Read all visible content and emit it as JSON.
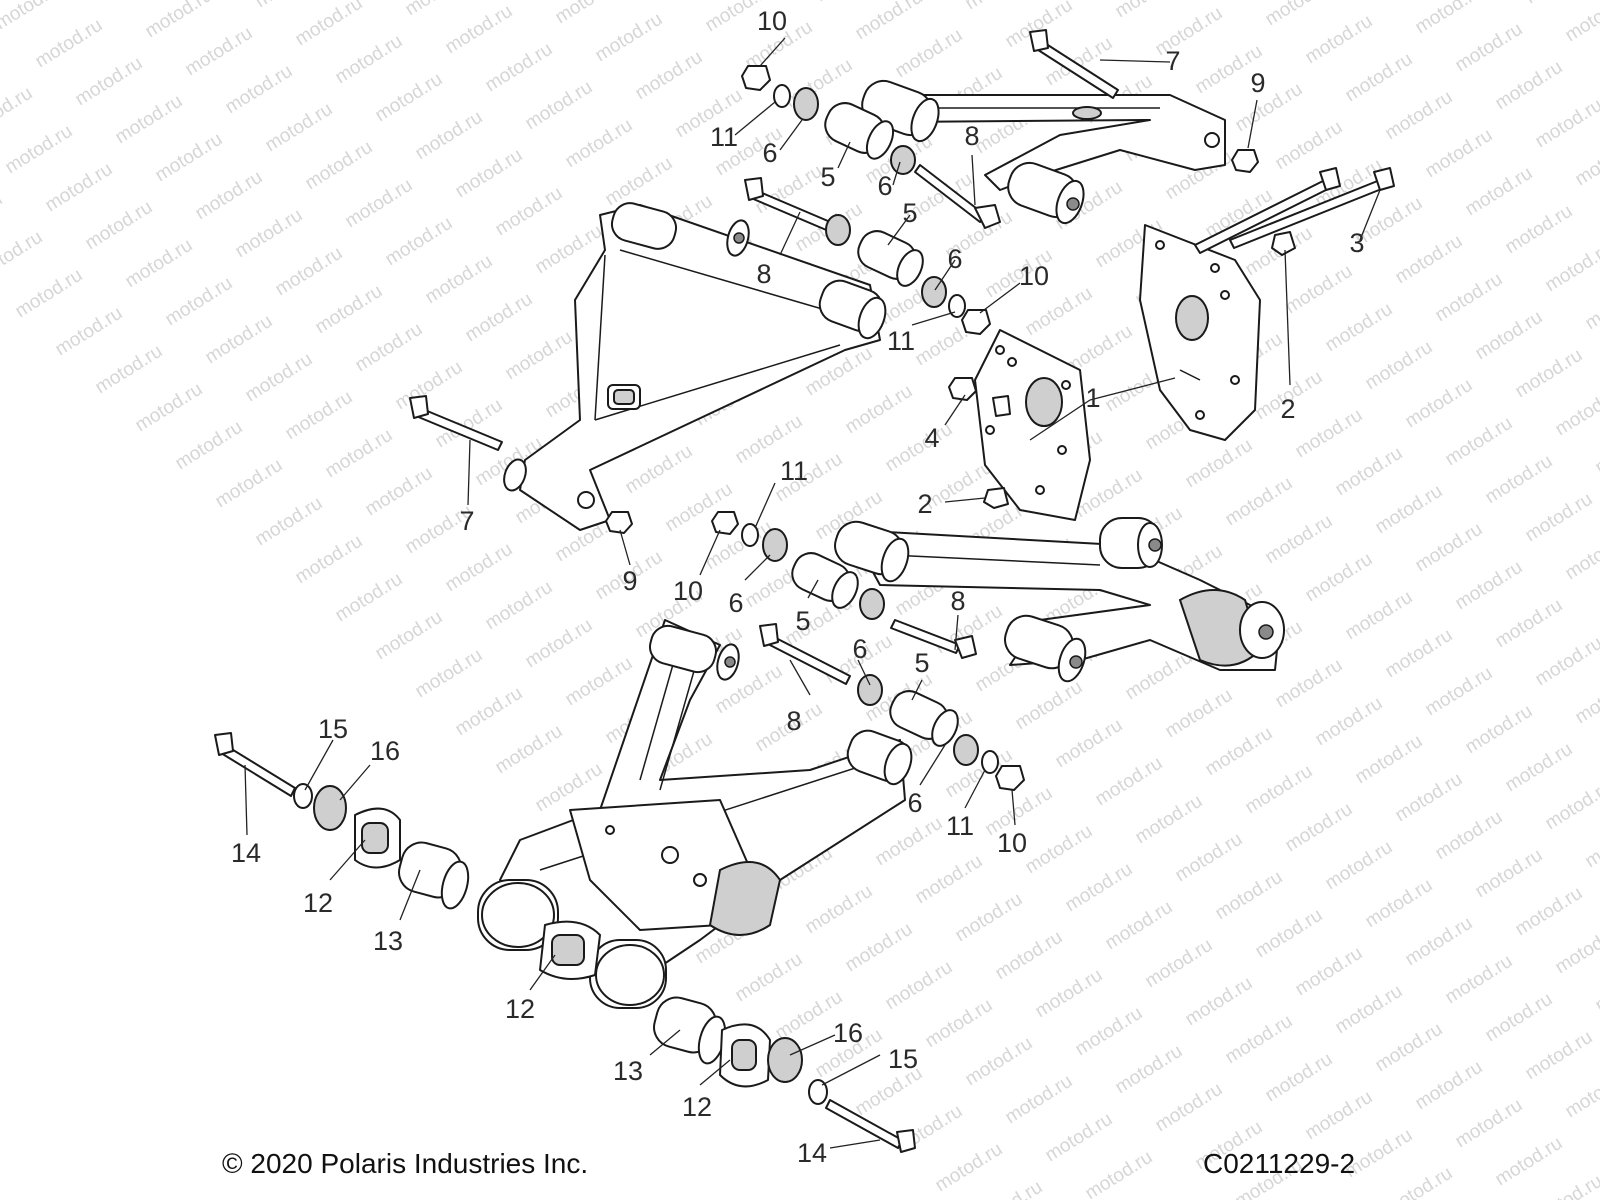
{
  "watermark": "motod.ru",
  "footer": {
    "copyright": "© 2020 Polaris Industries Inc.",
    "figure_code": "C0211229-2"
  },
  "callouts": [
    {
      "id": "c10a",
      "label": "10"
    },
    {
      "id": "c7a",
      "label": "7"
    },
    {
      "id": "c9a",
      "label": "9"
    },
    {
      "id": "c11a",
      "label": "11"
    },
    {
      "id": "c6a",
      "label": "6"
    },
    {
      "id": "c8a",
      "label": "8"
    },
    {
      "id": "c5a",
      "label": "5"
    },
    {
      "id": "c6b",
      "label": "6"
    },
    {
      "id": "c5b",
      "label": "5"
    },
    {
      "id": "c6c",
      "label": "6"
    },
    {
      "id": "c10b",
      "label": "10"
    },
    {
      "id": "c8b",
      "label": "8"
    },
    {
      "id": "c3",
      "label": "3"
    },
    {
      "id": "c11b",
      "label": "11"
    },
    {
      "id": "c2a",
      "label": "2"
    },
    {
      "id": "c1",
      "label": "1"
    },
    {
      "id": "c4",
      "label": "4"
    },
    {
      "id": "c2b",
      "label": "2"
    },
    {
      "id": "c7b",
      "label": "7"
    },
    {
      "id": "c9b",
      "label": "9"
    },
    {
      "id": "c11c",
      "label": "11"
    },
    {
      "id": "c10c",
      "label": "10"
    },
    {
      "id": "c6d",
      "label": "6"
    },
    {
      "id": "c5c",
      "label": "5"
    },
    {
      "id": "c8c",
      "label": "8"
    },
    {
      "id": "c6e",
      "label": "6"
    },
    {
      "id": "c5d",
      "label": "5"
    },
    {
      "id": "c8d",
      "label": "8"
    },
    {
      "id": "c15a",
      "label": "15"
    },
    {
      "id": "c16a",
      "label": "16"
    },
    {
      "id": "c14a",
      "label": "14"
    },
    {
      "id": "c6f",
      "label": "6"
    },
    {
      "id": "c11d",
      "label": "11"
    },
    {
      "id": "c10d",
      "label": "10"
    },
    {
      "id": "c12a",
      "label": "12"
    },
    {
      "id": "c13a",
      "label": "13"
    },
    {
      "id": "c12b",
      "label": "12"
    },
    {
      "id": "c16b",
      "label": "16"
    },
    {
      "id": "c15b",
      "label": "15"
    },
    {
      "id": "c13b",
      "label": "13"
    },
    {
      "id": "c12c",
      "label": "12"
    },
    {
      "id": "c14b",
      "label": "14"
    }
  ]
}
